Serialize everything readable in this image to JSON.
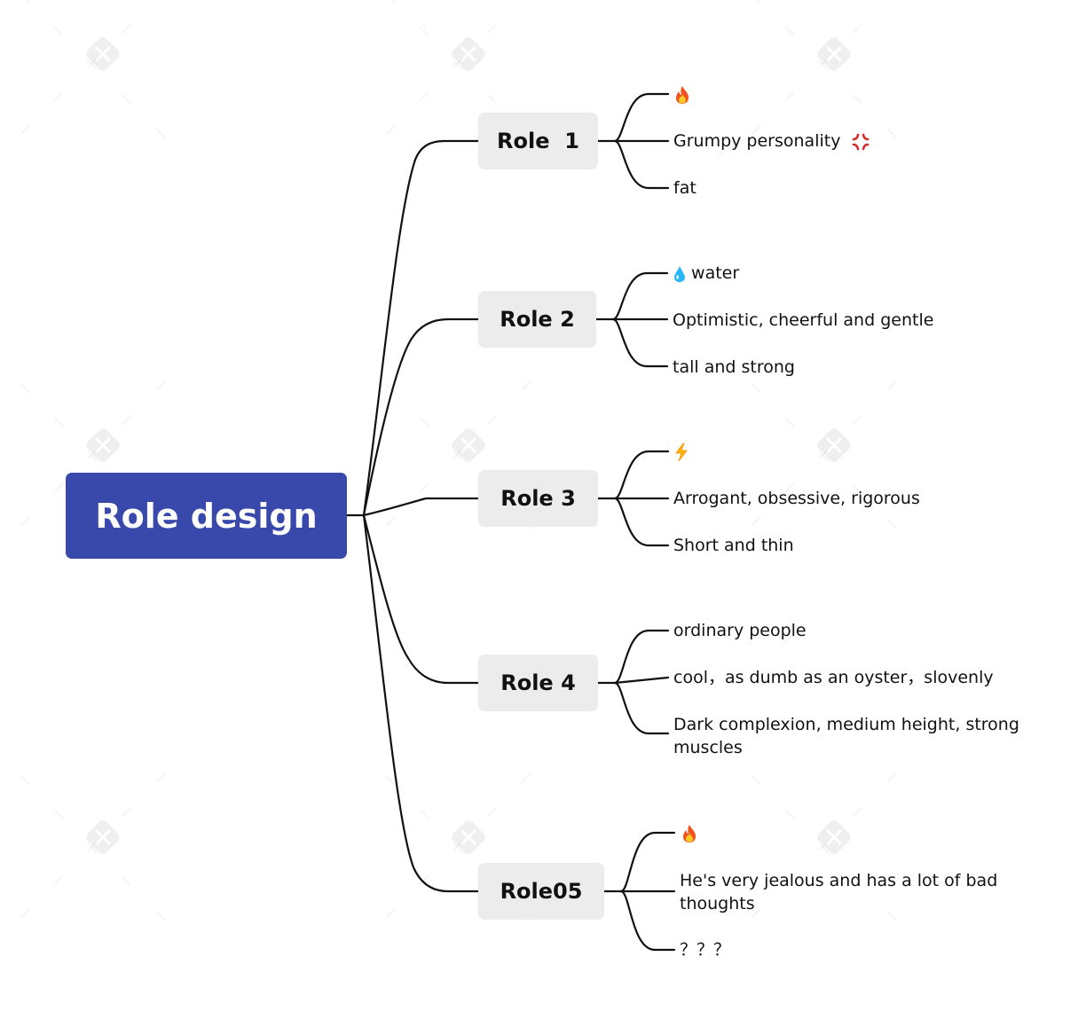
{
  "root": {
    "label": "Role design",
    "color": "#3949ab"
  },
  "roles": [
    {
      "label": "Role  1",
      "items": [
        {
          "icon": "fire-icon",
          "text": ""
        },
        {
          "text": "Grumpy personality",
          "icon_after": "anger-icon"
        },
        {
          "text": "fat"
        }
      ]
    },
    {
      "label": "Role 2",
      "items": [
        {
          "icon": "water-drop-icon",
          "text": "water"
        },
        {
          "text": "Optimistic, cheerful and gentle"
        },
        {
          "text": "tall and strong"
        }
      ]
    },
    {
      "label": "Role 3",
      "items": [
        {
          "icon": "lightning-icon",
          "text": ""
        },
        {
          "text": "Arrogant, obsessive, rigorous"
        },
        {
          "text": "Short and thin"
        }
      ]
    },
    {
      "label": "Role 4",
      "items": [
        {
          "text": "ordinary people"
        },
        {
          "text": "cool，as dumb as an oyster，slovenly"
        },
        {
          "text": "Dark complexion, medium height, strong muscles"
        }
      ]
    },
    {
      "label": "Role05",
      "items": [
        {
          "icon": "fire-icon",
          "text": ""
        },
        {
          "text": "He's very jealous and has a lot of bad thoughts"
        },
        {
          "text": "？？？"
        }
      ]
    }
  ],
  "watermark": {
    "brand": "XMind"
  }
}
